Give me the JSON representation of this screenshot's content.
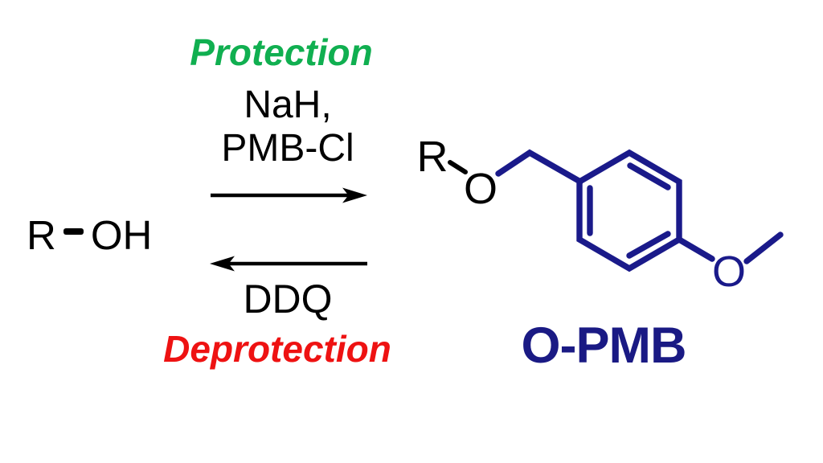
{
  "labels": {
    "protection": "Protection",
    "deprotection": "Deprotection"
  },
  "forward_reagents": {
    "line1": "NaH,",
    "line2": "PMB-Cl"
  },
  "reverse_reagents": {
    "line1": "DDQ"
  },
  "reactant": {
    "r": "R",
    "oh": "OH"
  },
  "product": {
    "r": "R",
    "ether_o": "O",
    "methoxy_o": "O",
    "name": "O-PMB"
  },
  "colors": {
    "protection_green": "#10AF50",
    "deprotection_red": "#EE1212",
    "structure_blue": "#1A1A8A",
    "text_black": "#000000",
    "background": "#FFFFFF"
  }
}
